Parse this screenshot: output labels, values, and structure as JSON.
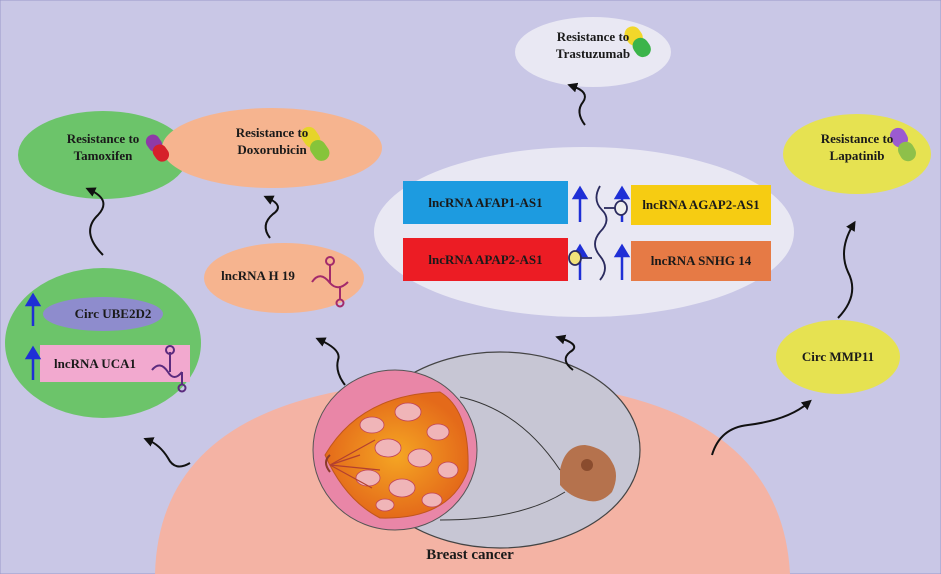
{
  "colors": {
    "background": "#c9c7e6",
    "breast_dome": "#f4b3a4",
    "green_bubble": "#6cc46a",
    "orange_bubble": "#f6b48f",
    "yellow_bubble": "#e6e251",
    "grey_bubble": "#e9e8f3",
    "arrow_blue": "#1f2fd6"
  },
  "resistances": {
    "tamoxifen": "Resistance to\nTamoxifen",
    "doxorubicin": "Resistance to\nDoxorubicin",
    "trastuzumab": "Resistance to\nTrastuzumab",
    "lapatinib": "Resistance to\nLapatinib"
  },
  "molecules": {
    "circ_ube2d2": "Circ UBE2D2",
    "lncrna_uca1": "lncRNA UCA1",
    "lncrna_h19": "lncRNA H 19",
    "lncrna_afap1_as1": "lncRNA AFAP1-AS1",
    "lncrna_agap2_as1": "lncRNA AGAP2-AS1",
    "lncrna_apap2_as1": "lncRNA APAP2-AS1",
    "lncrna_snhg14": "lncRNA SNHG 14",
    "circ_mmp11": "Circ MMP11"
  },
  "center_label": "Breast cancer",
  "icons": [
    "drug-capsule-icon",
    "rna-hairpin-icon",
    "up-arrow-icon",
    "breast-tumor-illustration",
    "curved-arrow-icon"
  ]
}
